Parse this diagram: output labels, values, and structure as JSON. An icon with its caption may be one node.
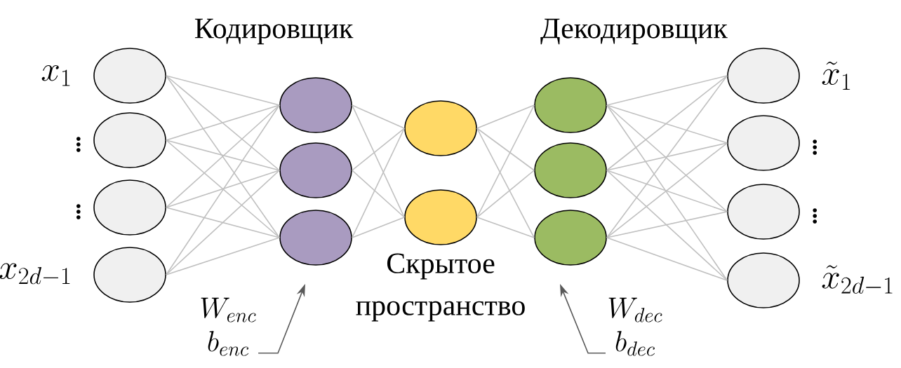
{
  "diagram": {
    "nodes": [
      {
        "text": [],
        "shape": "circle",
        "beside": [
          "x_1"
        ]
      },
      {
        "text": [],
        "shape": "circle",
        "beside": [
          "\\vdots"
        ]
      },
      {
        "text": [],
        "shape": "circle",
        "beside": [
          "\\vdots"
        ]
      },
      {
        "text": [],
        "shape": "circle",
        "beside": [
          "x_{2d-1}"
        ]
      },
      {
        "text": [],
        "shape": "circle"
      },
      {
        "text": [],
        "shape": "circle"
      },
      {
        "text": [],
        "shape": "circle"
      },
      {
        "text": [],
        "shape": "circle"
      },
      {
        "text": [],
        "shape": "circle"
      },
      {
        "text": [],
        "shape": "circle"
      },
      {
        "text": [],
        "shape": "circle"
      },
      {
        "text": [],
        "shape": "circle"
      },
      {
        "text": [],
        "shape": "circle",
        "beside": [
          "\\tilde{x}_1"
        ]
      },
      {
        "text": [],
        "shape": "circle",
        "beside": [
          "\\vdots"
        ]
      },
      {
        "text": [],
        "shape": "circle",
        "beside": [
          "\\vdots"
        ]
      },
      {
        "text": [],
        "shape": "circle",
        "beside": [
          "\\tilde{x}_{2d-1}"
        ]
      },
      {
        "text": [
          "W_{enc}",
          "b_{enc}"
        ]
      },
      {
        "text": [
          "W_{dec}",
          "b_{dec}"
        ]
      }
    ],
    "edges": [
      {
        "from": 0,
        "to": 4,
        "arrow": "none"
      },
      {
        "from": 0,
        "to": 5,
        "arrow": "none"
      },
      {
        "from": 0,
        "to": 6,
        "arrow": "none"
      },
      {
        "from": 1,
        "to": 4,
        "arrow": "none"
      },
      {
        "from": 1,
        "to": 5,
        "arrow": "none"
      },
      {
        "from": 1,
        "to": 6,
        "arrow": "none"
      },
      {
        "from": 2,
        "to": 4,
        "arrow": "none"
      },
      {
        "from": 2,
        "to": 5,
        "arrow": "none"
      },
      {
        "from": 2,
        "to": 6,
        "arrow": "none"
      },
      {
        "from": 3,
        "to": 4,
        "arrow": "none"
      },
      {
        "from": 3,
        "to": 5,
        "arrow": "none"
      },
      {
        "from": 3,
        "to": 6,
        "arrow": "none"
      },
      {
        "from": 4,
        "to": 7,
        "arrow": "none"
      },
      {
        "from": 4,
        "to": 8,
        "arrow": "none"
      },
      {
        "from": 5,
        "to": 7,
        "arrow": "none"
      },
      {
        "from": 5,
        "to": 8,
        "arrow": "none"
      },
      {
        "from": 6,
        "to": 7,
        "arrow": "none"
      },
      {
        "from": 6,
        "to": 8,
        "arrow": "none"
      },
      {
        "from": 7,
        "to": 9,
        "arrow": "none"
      },
      {
        "from": 7,
        "to": 10,
        "arrow": "none"
      },
      {
        "from": 7,
        "to": 11,
        "arrow": "none"
      },
      {
        "from": 8,
        "to": 9,
        "arrow": "none"
      },
      {
        "from": 8,
        "to": 10,
        "arrow": "none"
      },
      {
        "from": 8,
        "to": 11,
        "arrow": "none"
      },
      {
        "from": 9,
        "to": 12,
        "arrow": "none"
      },
      {
        "from": 9,
        "to": 13,
        "arrow": "none"
      },
      {
        "from": 9,
        "to": 14,
        "arrow": "none"
      },
      {
        "from": 9,
        "to": 15,
        "arrow": "none"
      },
      {
        "from": 10,
        "to": 12,
        "arrow": "none"
      },
      {
        "from": 10,
        "to": 13,
        "arrow": "none"
      },
      {
        "from": 10,
        "to": 14,
        "arrow": "none"
      },
      {
        "from": 10,
        "to": 15,
        "arrow": "none"
      },
      {
        "from": 11,
        "to": 12,
        "arrow": "none"
      },
      {
        "from": 11,
        "to": 13,
        "arrow": "none"
      },
      {
        "from": 11,
        "to": 14,
        "arrow": "none"
      },
      {
        "from": 11,
        "to": 15,
        "arrow": "none"
      },
      {
        "from": 16,
        "to": null,
        "arrow": "to",
        "color": "#595959"
      },
      {
        "from": 17,
        "to": null,
        "arrow": "to",
        "color": "#595959"
      }
    ],
    "labels": [
      "Кодировщик",
      "Декодировщик",
      "Скрытое пространство"
    ]
  }
}
